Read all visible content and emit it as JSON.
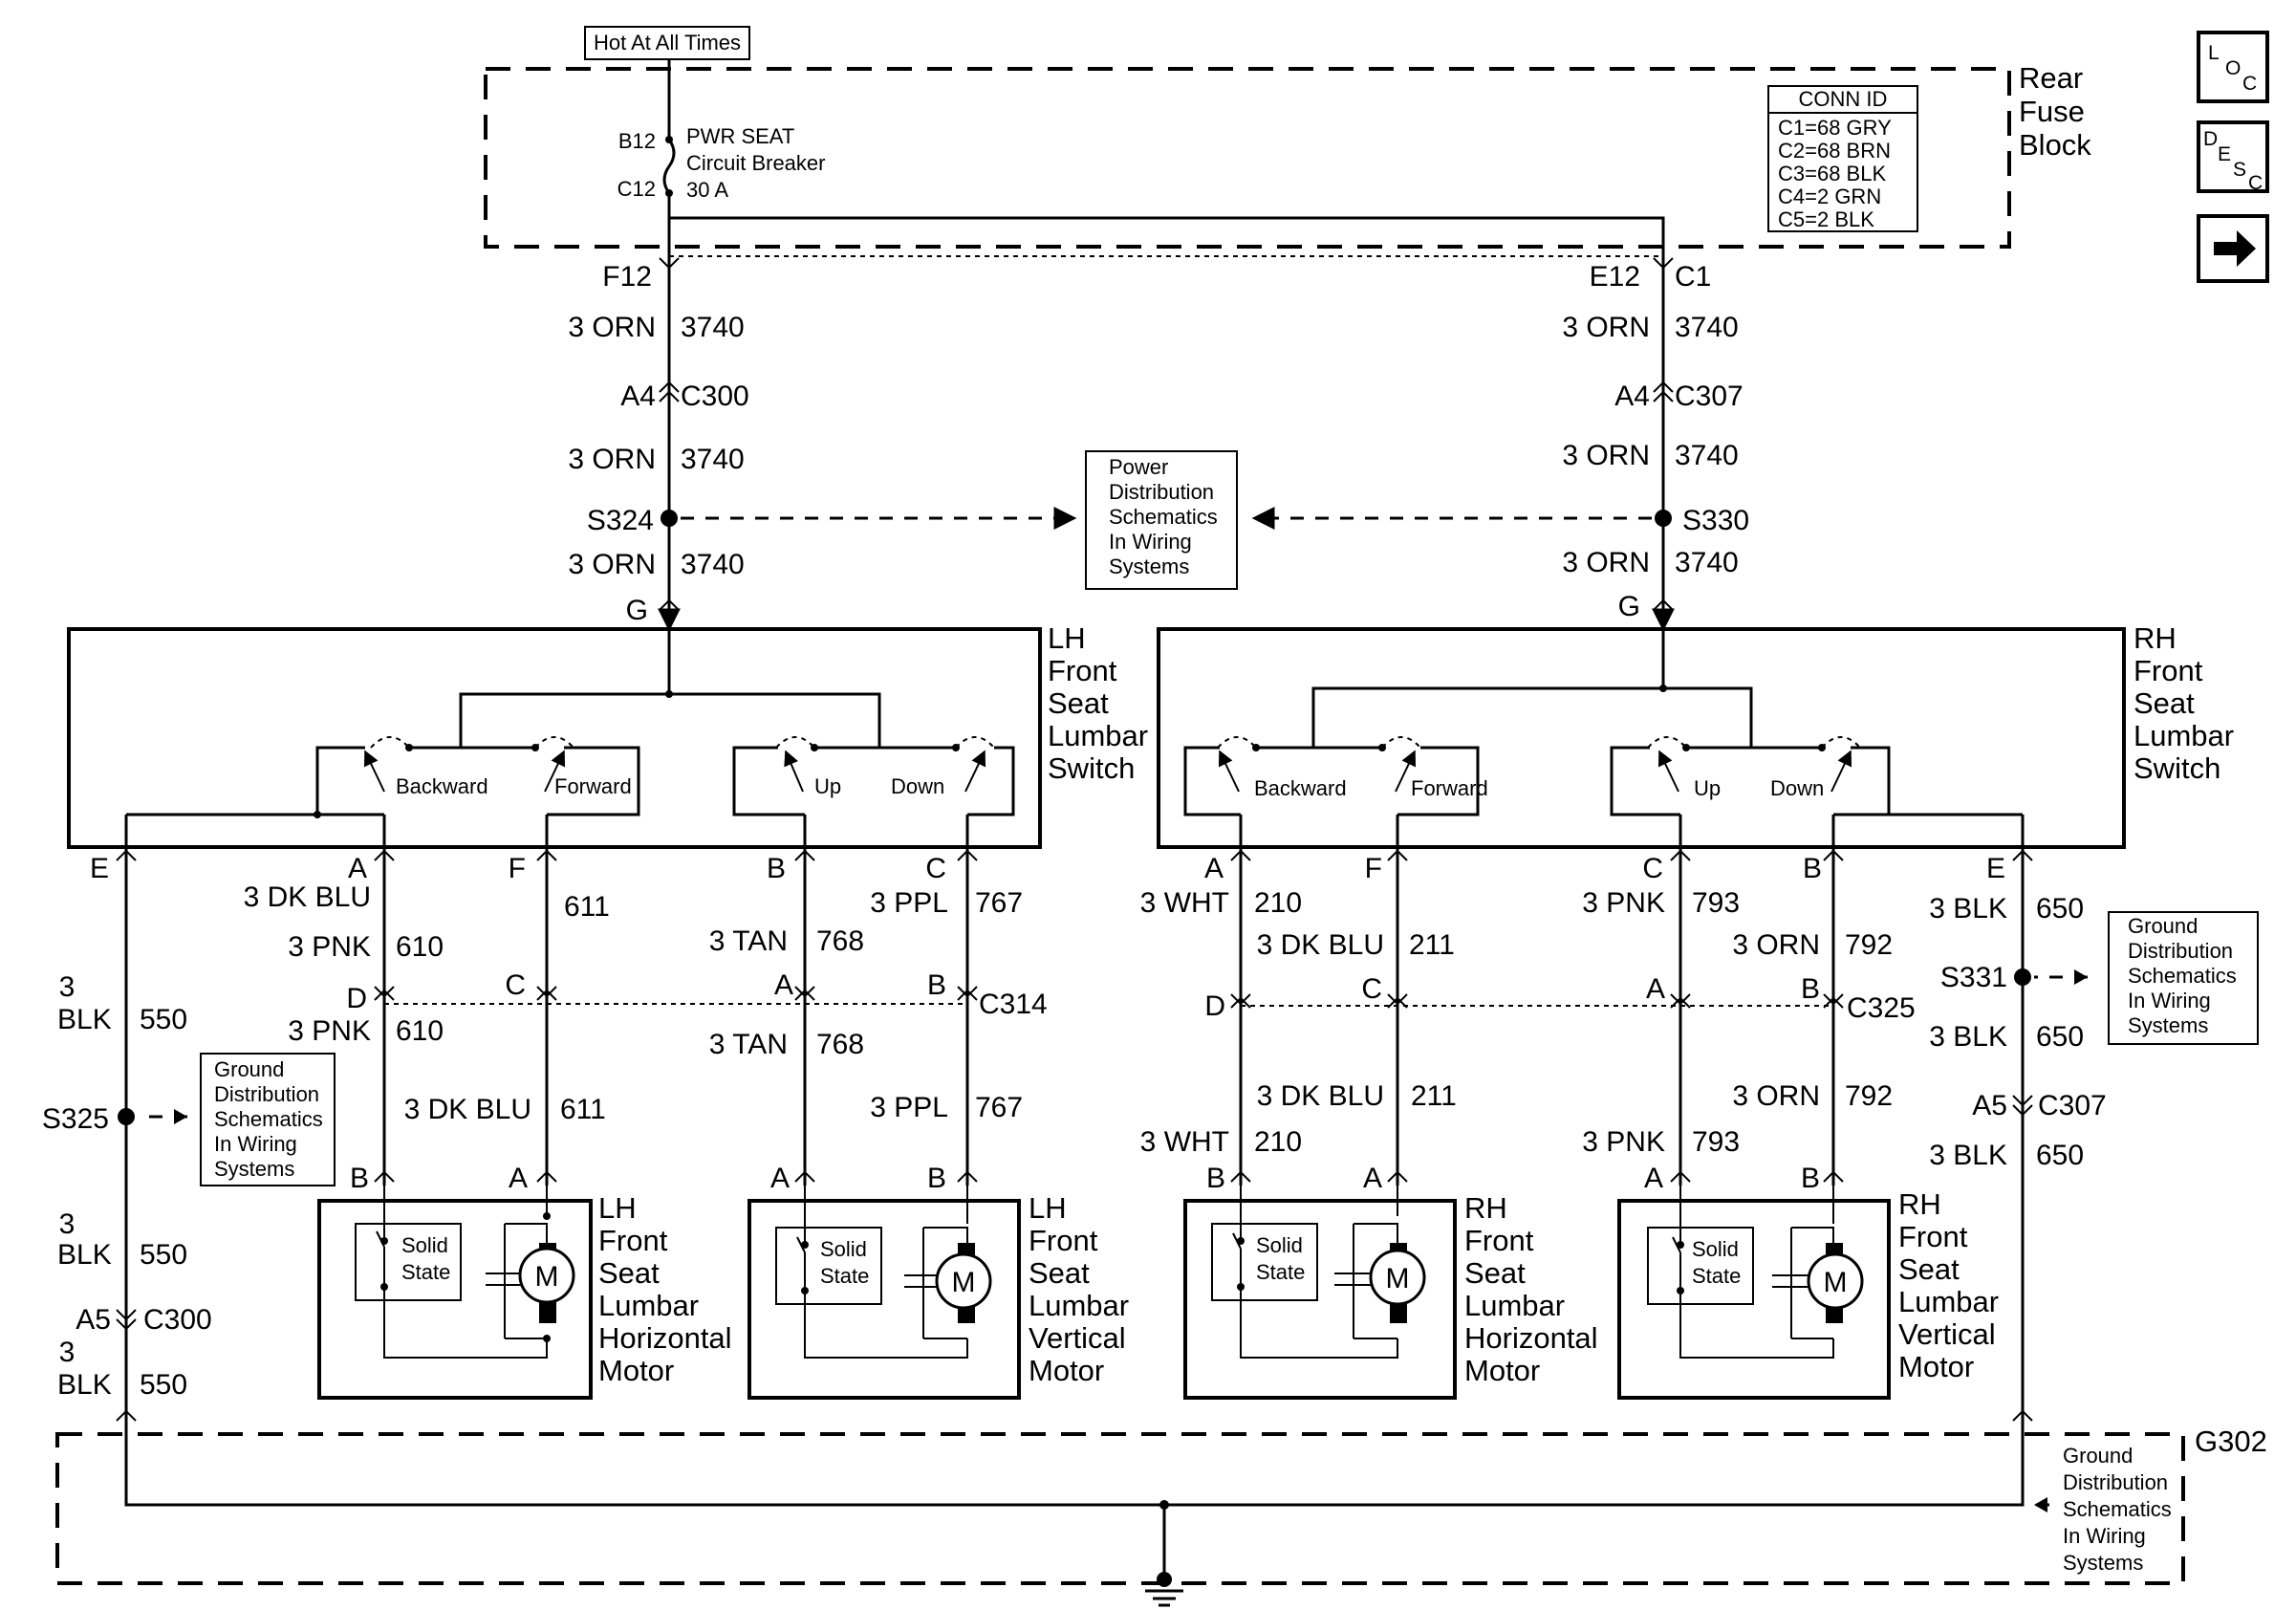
{
  "top": {
    "hot_label": "Hot At All Times"
  },
  "fuse_block": {
    "title_lines": [
      "Rear",
      "Fuse",
      "Block"
    ],
    "pin_in": "B12",
    "pin_out": "C12",
    "breaker_lines": [
      "PWR SEAT",
      "Circuit Breaker",
      "30 A"
    ],
    "conn_id": {
      "header": "CONN ID",
      "rows": [
        "C1=68 GRY",
        "C2=68 BRN",
        "C3=68 BLK",
        "C4=2 GRN",
        "C5=2 BLK"
      ]
    },
    "left_pin": "F12",
    "right_pin": "E12",
    "right_conn": "C1"
  },
  "side_buttons": {
    "loc": [
      "L",
      "O",
      "C"
    ],
    "desc": [
      "D",
      "E",
      "S",
      "C"
    ]
  },
  "power_distribution": {
    "lines": [
      "Power",
      "Distribution",
      "Schematics",
      "In Wiring",
      "Systems"
    ]
  },
  "ground_note": {
    "lines": [
      "Ground",
      "Distribution",
      "Schematics",
      "In Wiring",
      "Systems"
    ]
  },
  "left_feed": {
    "wire1": {
      "gauge": "3 ORN",
      "circuit": "3740"
    },
    "conn_pin": "A4",
    "conn": "C300",
    "wire2": {
      "gauge": "3 ORN",
      "circuit": "3740"
    },
    "splice": "S324",
    "wire3": {
      "gauge": "3 ORN",
      "circuit": "3740"
    },
    "pin": "G"
  },
  "right_feed": {
    "wire1": {
      "gauge": "3 ORN",
      "circuit": "3740"
    },
    "conn_pin": "A4",
    "conn": "C307",
    "wire2": {
      "gauge": "3 ORN",
      "circuit": "3740"
    },
    "splice": "S330",
    "wire3": {
      "gauge": "3 ORN",
      "circuit": "3740"
    },
    "pin": "G"
  },
  "lh_switch": {
    "title_lines": [
      "LH",
      "Front",
      "Seat",
      "Lumbar",
      "Switch"
    ],
    "contacts": [
      "Backward",
      "Forward",
      "Up",
      "Down"
    ],
    "pins": [
      "E",
      "A",
      "F",
      "B",
      "C"
    ]
  },
  "rh_switch": {
    "title_lines": [
      "RH",
      "Front",
      "Seat",
      "Lumbar",
      "Switch"
    ],
    "contacts": [
      "Backward",
      "Forward",
      "Up",
      "Down"
    ],
    "pins": [
      "A",
      "F",
      "C",
      "B",
      "E"
    ]
  },
  "lh_wires": {
    "e_gauge": [
      "3",
      "BLK"
    ],
    "e_circuit": "550",
    "a_upper": {
      "gauge": "3 PNK",
      "circuit": "610"
    },
    "f_upper": {
      "gauge": "3 DK BLU",
      "circuit": "611"
    },
    "b_upper": {
      "gauge": "3 TAN",
      "circuit": "768"
    },
    "c_upper": {
      "gauge": "3 PPL",
      "circuit": "767"
    },
    "c314_pins": [
      "D",
      "C",
      "A",
      "B"
    ],
    "c314": "C314",
    "a_lower": {
      "gauge": "3 PNK",
      "circuit": "610"
    },
    "f_lower": {
      "gauge": "3 DK BLU",
      "circuit": "611"
    },
    "b_lower": {
      "gauge": "3 TAN",
      "circuit": "768"
    },
    "c_lower": {
      "gauge": "3 PPL",
      "circuit": "767"
    },
    "splice": "S325",
    "e_gauge2": [
      "3",
      "BLK"
    ],
    "e_circuit2": "550",
    "a5": "A5",
    "c300": "C300",
    "e_gauge3": [
      "3",
      "BLK"
    ],
    "e_circuit3": "550"
  },
  "rh_wires": {
    "a_upper": {
      "gauge": "3 WHT",
      "circuit": "210"
    },
    "f_upper": {
      "gauge": "3 DK BLU",
      "circuit": "211"
    },
    "c_upper": {
      "gauge": "3 PNK",
      "circuit": "793"
    },
    "b_upper": {
      "gauge": "3 ORN",
      "circuit": "792"
    },
    "e_upper": {
      "gauge": "3 BLK",
      "circuit": "650"
    },
    "c325_pins": [
      "D",
      "C",
      "A",
      "B"
    ],
    "c325": "C325",
    "splice": "S331",
    "e_mid": {
      "gauge": "3 BLK",
      "circuit": "650"
    },
    "a5": "A5",
    "c307": "C307",
    "e_lower": {
      "gauge": "3 BLK",
      "circuit": "650"
    },
    "f_lower": {
      "gauge": "3 DK BLU",
      "circuit": "211"
    },
    "a_lower": {
      "gauge": "3 WHT",
      "circuit": "210"
    },
    "b_lower": {
      "gauge": "3 ORN",
      "circuit": "792"
    },
    "c_lower": {
      "gauge": "3 PNK",
      "circuit": "793"
    }
  },
  "motors": [
    {
      "title_lines": [
        "LH",
        "Front",
        "Seat",
        "Lumbar",
        "Horizontal",
        "Motor"
      ],
      "pins": [
        "B",
        "A"
      ]
    },
    {
      "title_lines": [
        "LH",
        "Front",
        "Seat",
        "Lumbar",
        "Vertical",
        "Motor"
      ],
      "pins": [
        "A",
        "B"
      ]
    },
    {
      "title_lines": [
        "RH",
        "Front",
        "Seat",
        "Lumbar",
        "Horizontal",
        "Motor"
      ],
      "pins": [
        "B",
        "A"
      ]
    },
    {
      "title_lines": [
        "RH",
        "Front",
        "Seat",
        "Lumbar",
        "Vertical",
        "Motor"
      ],
      "pins": [
        "A",
        "B"
      ]
    }
  ],
  "motor_parts": {
    "solid_state": [
      "Solid",
      "State"
    ],
    "m": "M"
  },
  "ground": {
    "id": "G302"
  }
}
